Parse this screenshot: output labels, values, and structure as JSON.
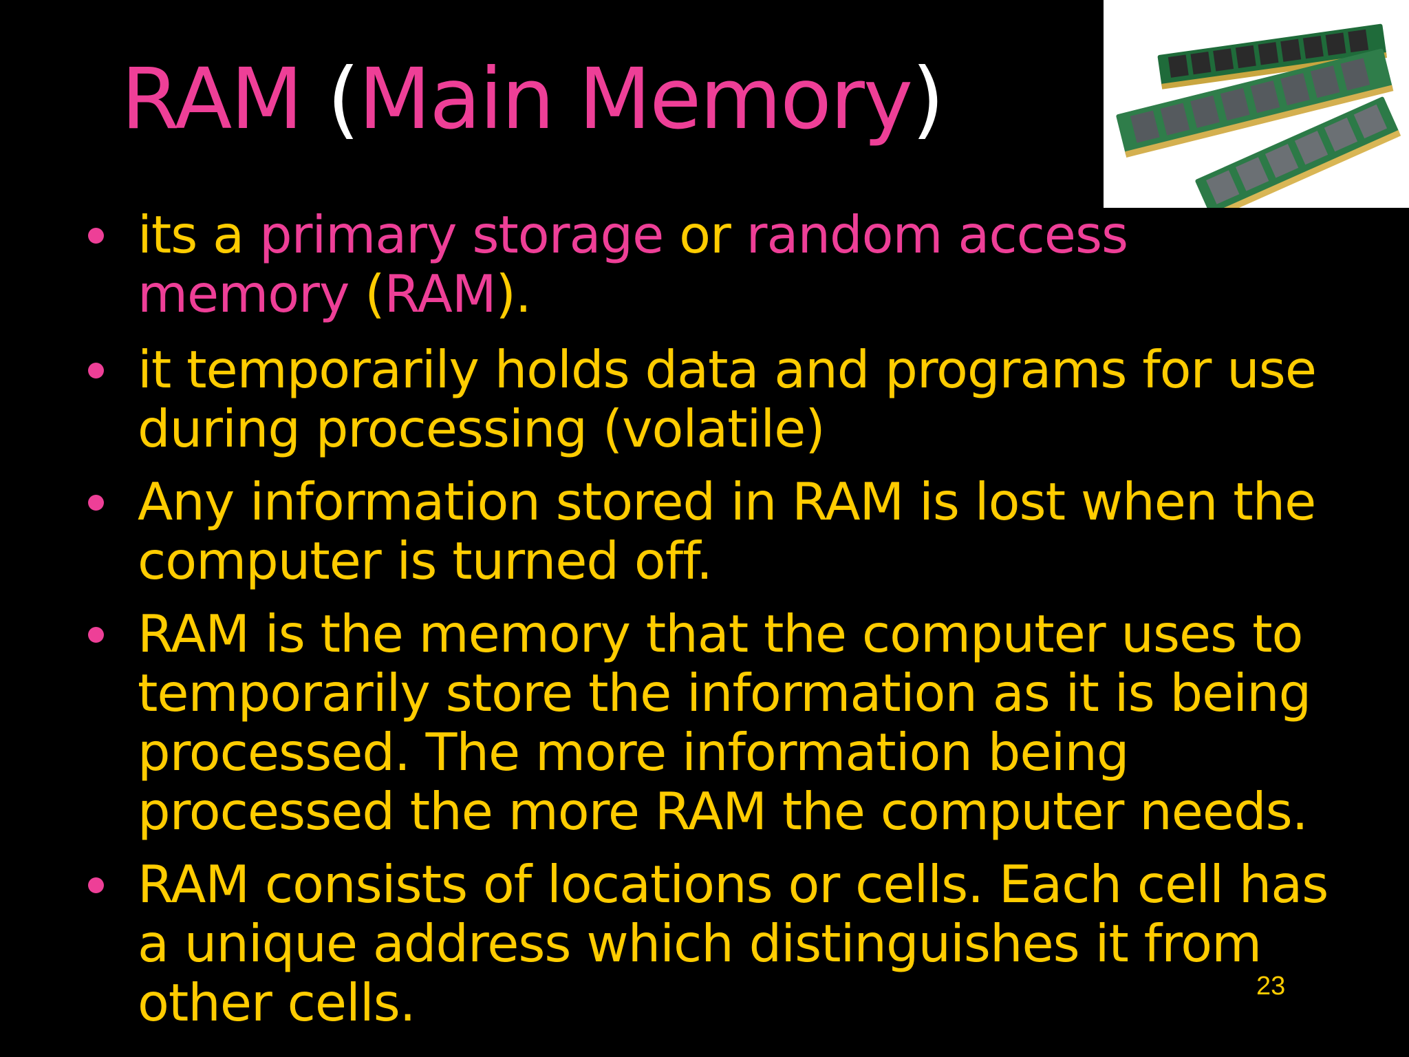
{
  "slide": {
    "title": {
      "word1": "RAM",
      "open_paren": " (",
      "word2": "Main Memory",
      "close_paren": ")"
    },
    "photo_alt": "RAM modules photo",
    "bullets": [
      {
        "t1": "its a ",
        "h1": "primary storage",
        "t2": " or ",
        "h2": "random access memory",
        "t3": " ",
        "open": "(",
        "h3": "RAM",
        "close": ")."
      },
      {
        "text": "it temporarily holds data and programs for use during processing (volatile)"
      },
      {
        "text": "Any information stored in RAM is lost when the computer is turned off."
      },
      {
        "text": "RAM is the memory that the computer uses to temporarily store the information as it is being processed. The more information being processed the more RAM the computer needs."
      },
      {
        "text": "RAM consists of  locations or cells. Each cell has a unique address which distinguishes it from other cells."
      }
    ],
    "page_number": "23"
  },
  "colors": {
    "background": "#000000",
    "title_pink": "#ee3f97",
    "body_yellow": "#ffcc00",
    "paren_white": "#ffffff"
  }
}
